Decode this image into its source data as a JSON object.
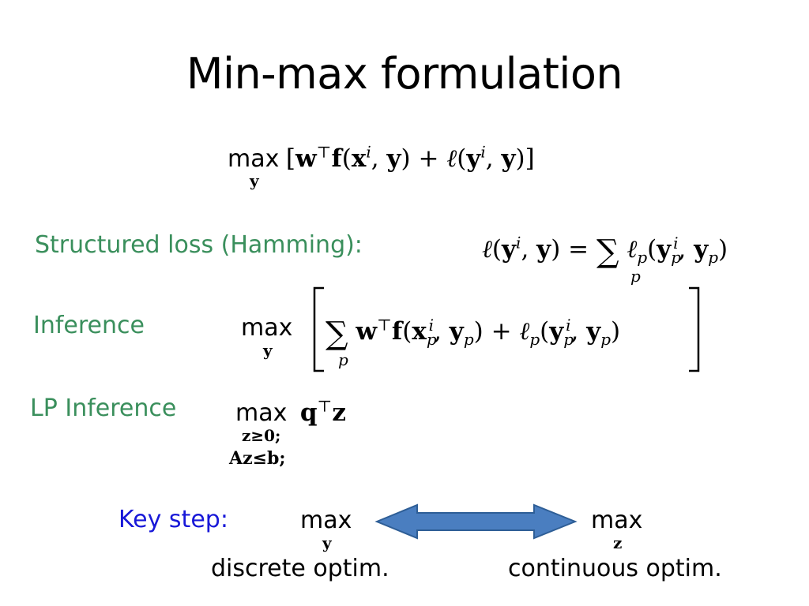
{
  "title": "Min-max formulation",
  "labels": {
    "structured_loss": "Structured loss (Hamming):",
    "inference": "Inference",
    "lp_inference": "LP Inference",
    "key_step": "Key step:"
  },
  "captions": {
    "discrete": "discrete optim.",
    "continuous": "continuous optim."
  },
  "math": {
    "max": "max",
    "sub_y": "y",
    "sub_z": "z",
    "lp_constraint_1": "z≥0;",
    "lp_constraint_2": "Az≤b;",
    "sum_index": "p"
  },
  "colors": {
    "label_green": "#3a8f5c",
    "label_blue": "#1818d8",
    "arrow_fill": "#4a7ec0",
    "arrow_stroke": "#2e5e96"
  }
}
